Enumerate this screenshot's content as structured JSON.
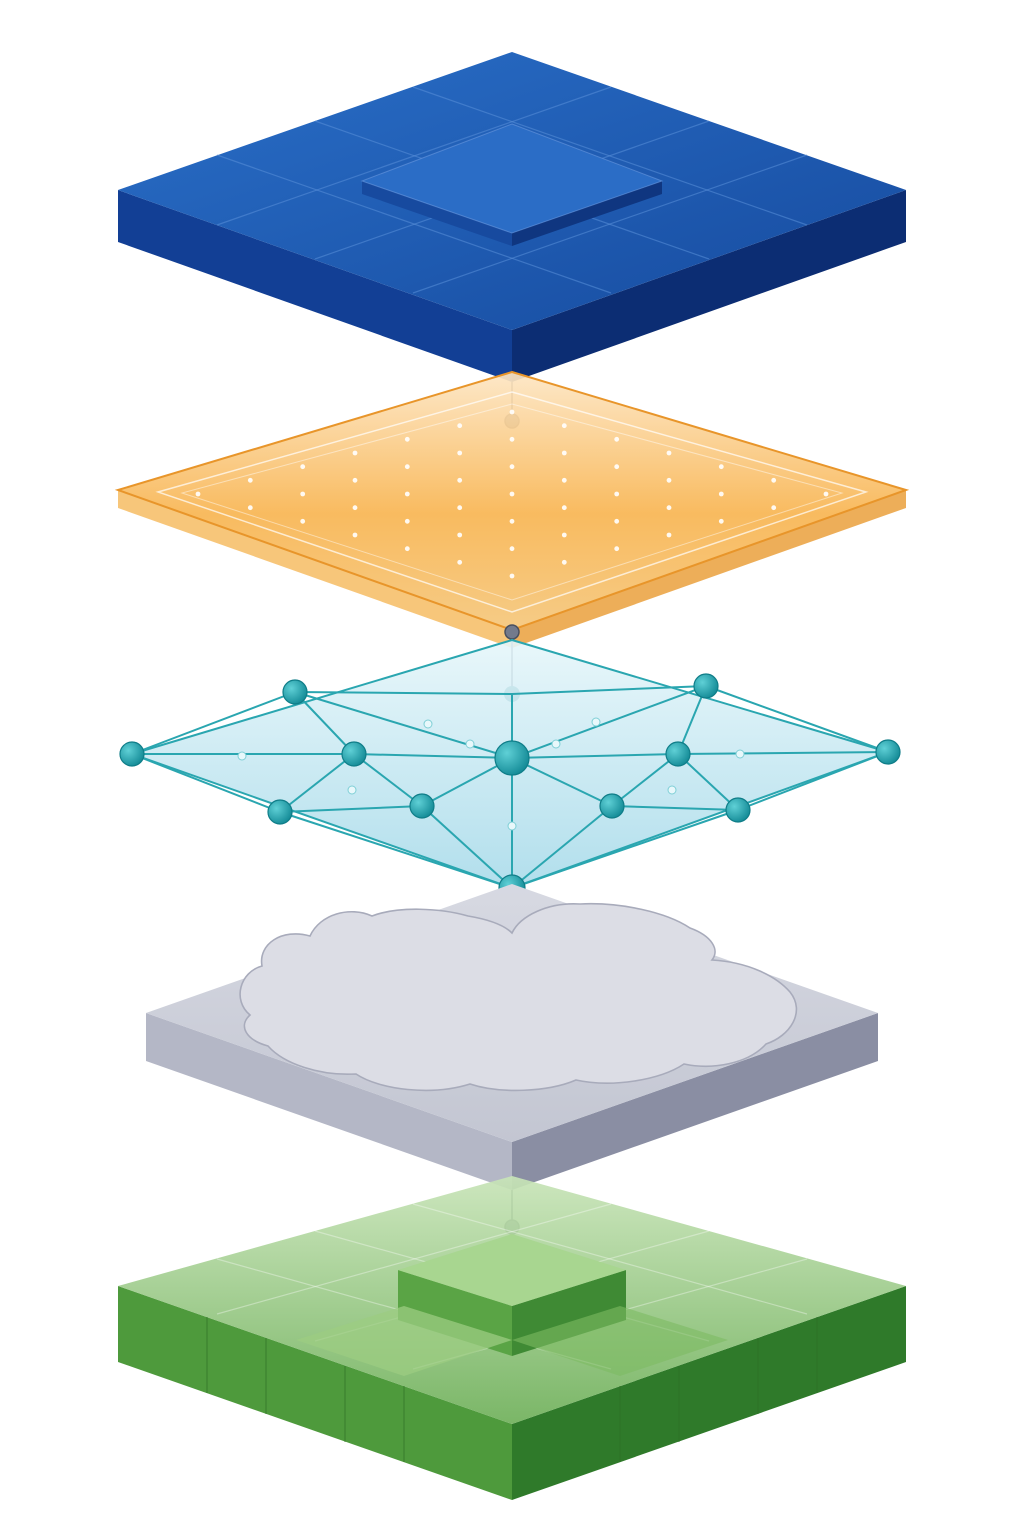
{
  "diagram": {
    "layers": [
      {
        "id": "blue-tile-layer",
        "kind": "tiled-slab",
        "top_color": "#1f5cb6",
        "side_left": "#123f95",
        "side_right": "#0c2d73"
      },
      {
        "id": "orange-grid-layer",
        "kind": "translucent-grid-plate",
        "fill_color": "#f7b24a",
        "edge_color": "#e8952a"
      },
      {
        "id": "teal-network-layer",
        "kind": "network-mesh",
        "fill_color": "#bfe6f0",
        "edge_color": "#2aa6b0",
        "node_color": "#1d9aa6"
      },
      {
        "id": "gray-cloud-layer",
        "kind": "slab-with-cloud",
        "top_color": "#c9cbd6",
        "side_left": "#b4b7c6",
        "side_right": "#8a8ea3",
        "cloud_color": "#d9dae2"
      },
      {
        "id": "green-block-layer",
        "kind": "block-slab",
        "top_color": "#6fb05a",
        "side_left": "#4e9a3c",
        "side_right": "#2f7a2a"
      }
    ],
    "connector_color": "#6b7283",
    "connector_node_color": "#737a8c"
  }
}
